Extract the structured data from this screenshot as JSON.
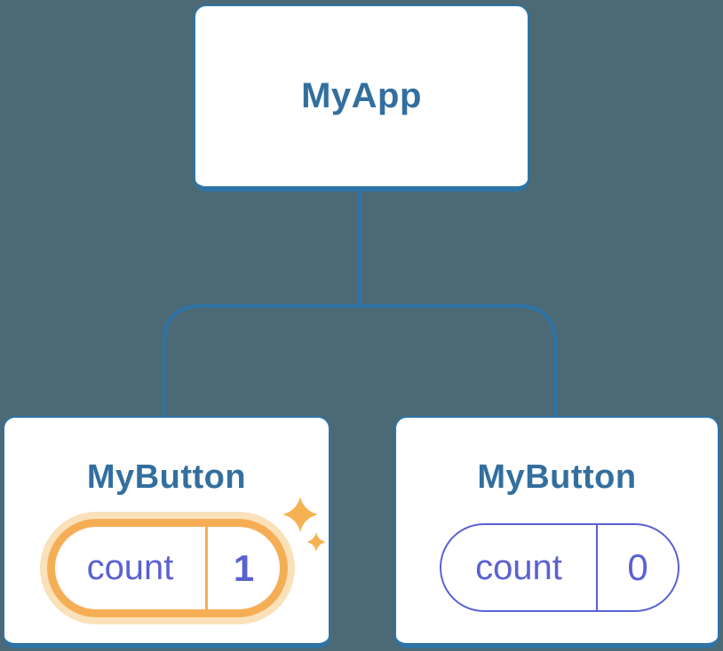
{
  "diagram": {
    "description": "React component tree with isolated state",
    "root": {
      "label": "MyApp"
    },
    "children": [
      {
        "label": "MyButton",
        "state": {
          "key": "count",
          "value": "1"
        },
        "highlighted": true,
        "icon": "sparkles-icon"
      },
      {
        "label": "MyButton",
        "state": {
          "key": "count",
          "value": "0"
        },
        "highlighted": false
      }
    ]
  },
  "colors": {
    "background": "#4B6A76",
    "accent_blue": "#2E73A6",
    "title_blue": "#336F9E",
    "state_purple": "#5A61D2",
    "highlight_orange": "#F5AE56",
    "highlight_orange_glow": "#FBE1BA",
    "sparkle_orange": "#F6B152",
    "card_fill": "#FFFFFF"
  }
}
